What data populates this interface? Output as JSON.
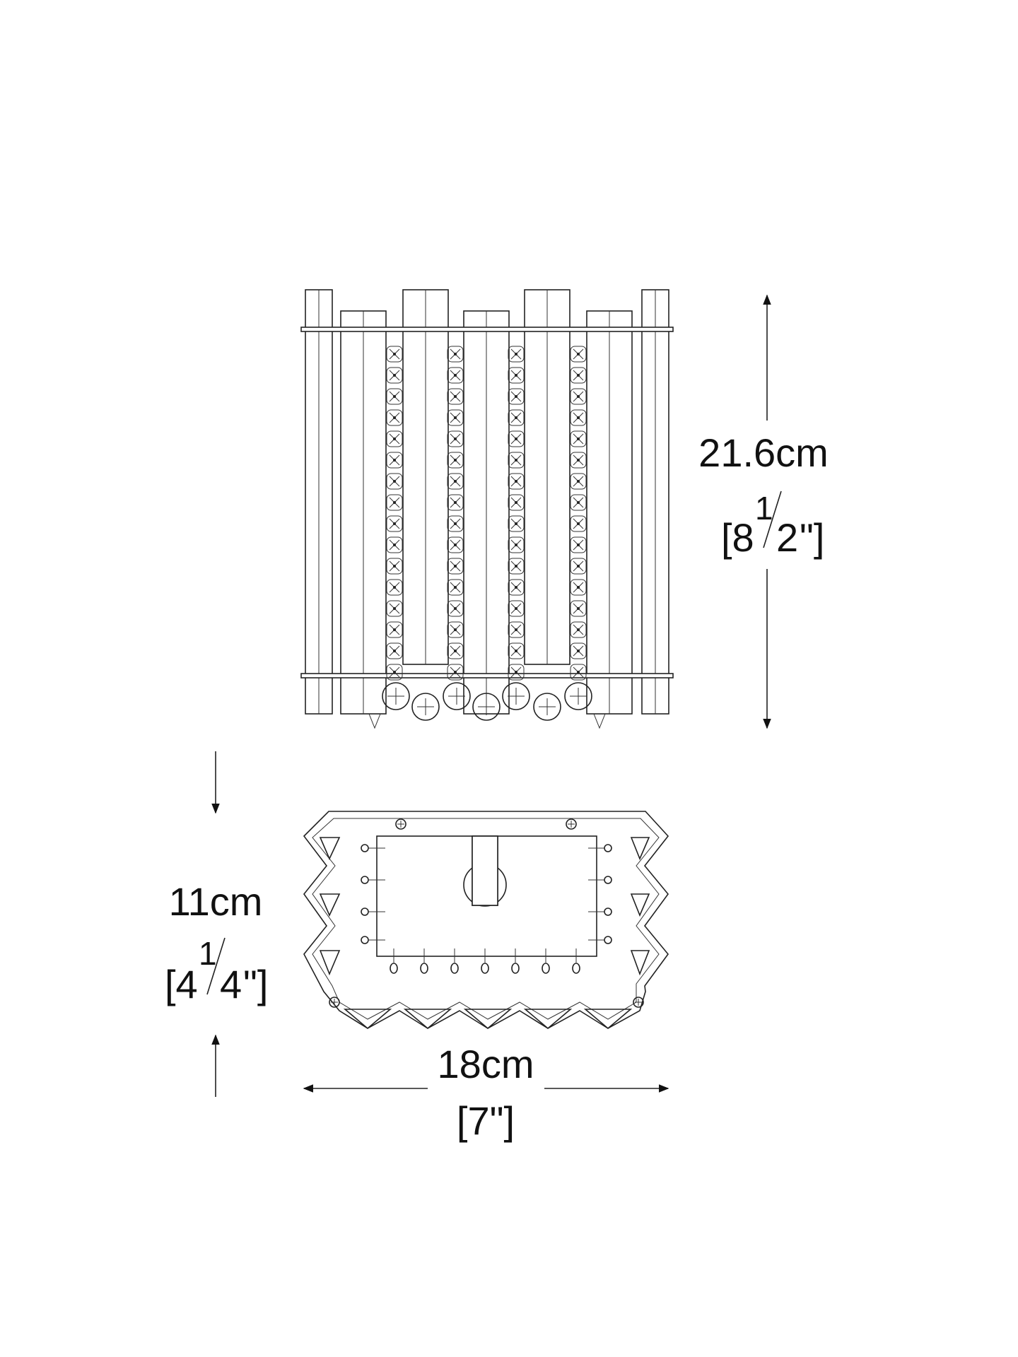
{
  "dimensions": {
    "height": {
      "metric": "21.6cm",
      "imperial_open": "[8",
      "imperial_frac_num": "1",
      "imperial_frac_den": "2",
      "imperial_close": "\"]"
    },
    "depth": {
      "metric": "11cm",
      "imperial_open": "[4",
      "imperial_frac_num": "1",
      "imperial_frac_den": "4",
      "imperial_close": "\"]"
    },
    "width": {
      "metric": "18cm",
      "imperial": "[7\"]"
    }
  },
  "colors": {
    "line": "#222222",
    "background": "#ffffff"
  }
}
